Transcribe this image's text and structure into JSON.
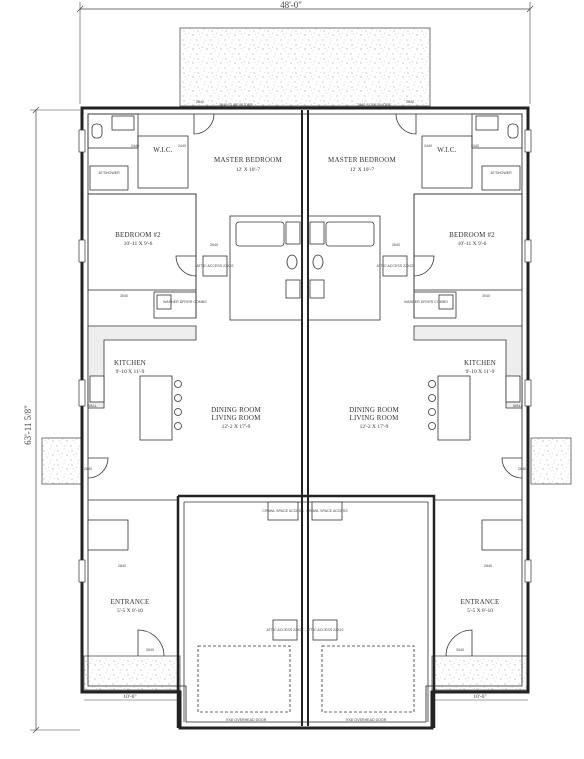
{
  "overall_width": "48'-0\"",
  "overall_depth": "63'-11 5/8\"",
  "left_unit": {
    "master_bedroom": {
      "name": "MASTER BEDROOM",
      "size": "12' X 10'-7"
    },
    "wic": "W.I.C.",
    "shower": "30\"SHOWER",
    "bedroom2": {
      "name": "BEDROOM #2",
      "size": "10'-11 X 9'-6"
    },
    "kitchen": {
      "name": "KITCHEN",
      "size": "9'-10 X 11'-9"
    },
    "dining_living": {
      "name1": "DINING ROOM",
      "name2": "LIVING ROOM",
      "size": "12'-2 X 17'-9"
    },
    "entrance": {
      "name": "ENTRANCE",
      "size": "5'-5 X 8'-10"
    },
    "attic_access": "ATTIC ACCESS 22X22",
    "washer_dryer": "WASHER DRYER COMBO",
    "door_2440": "2440",
    "door_2640": "2640",
    "door_2840": "2840",
    "door_3040": "3040",
    "door_2840_slide": "2840 SLIDE/SLIDER"
  },
  "right_unit": {
    "master_bedroom": {
      "name": "MASTER BEDROOM",
      "size": "12' X 10'-7"
    },
    "wic": "W.I.C.",
    "shower": "30\"SHOWER",
    "bedroom2": {
      "name": "BEDROOM #2",
      "size": "10'-11 X 9'-6"
    },
    "kitchen": {
      "name": "KITCHEN",
      "size": "9'-10 X 11'-9"
    },
    "dining_living": {
      "name1": "DINING ROOM",
      "name2": "LIVING ROOM",
      "size": "12'-2 X 17'-9"
    },
    "entrance": {
      "name": "ENTRANCE",
      "size": "5'-5 X 8'-10"
    },
    "attic_access": "ATTIC ACCESS 22X22",
    "washer_dryer": "WASHER DRYER COMBO",
    "door_2440": "2440",
    "door_2640": "2640",
    "door_2840": "2840",
    "door_3040": "3040",
    "door_2840_slide": "2840 SLIDE/SLIDER"
  },
  "garage": {
    "overhead_door_left": "9'X8' OVERHEAD DOOR",
    "overhead_door_right": "9'X8' OVERHEAD DOOR",
    "attic_access": "ATTIC ACCESS 22X22",
    "crawl_space": "CRAWL SPACE ACCESS"
  },
  "porch_dim": "10'-6\"",
  "wall_note_left": "WALL",
  "wall_note_right": "WALL"
}
